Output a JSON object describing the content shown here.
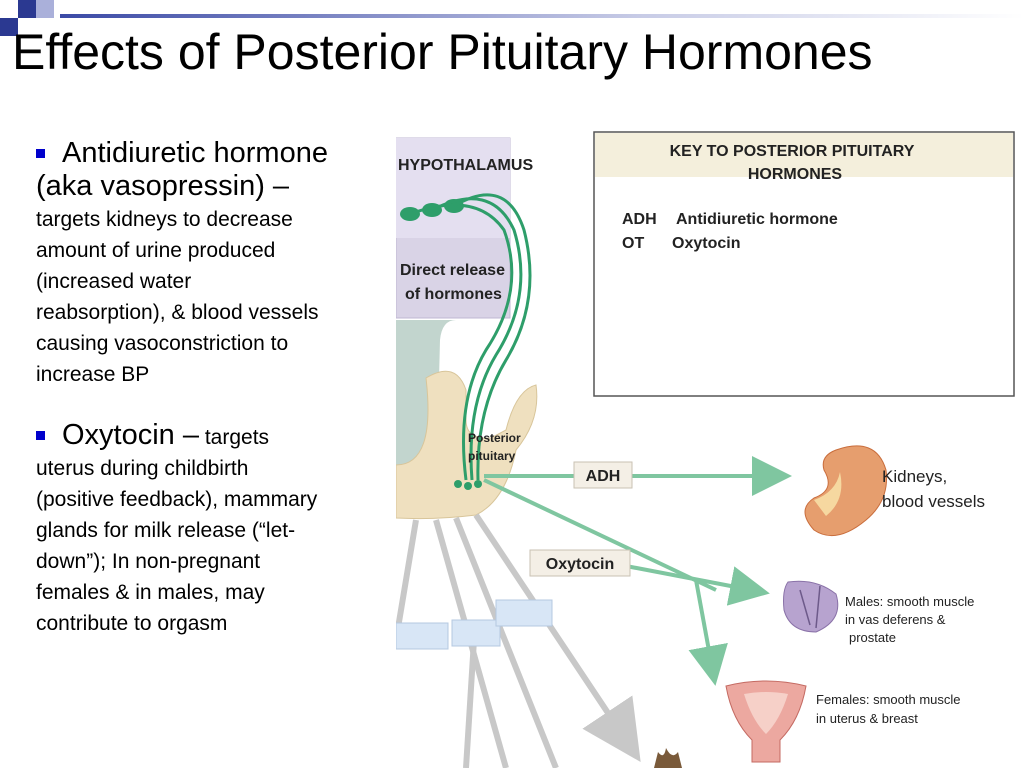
{
  "slide": {
    "title": "Effects of Posterior Pituitary Hormones"
  },
  "bullets": [
    {
      "lead": "Antidiuretic hormone",
      "lines": [
        "(aka vasopressin) –",
        "targets kidneys to decrease",
        "amount of urine produced",
        "(increased water",
        "reabsorption), & blood vessels",
        "causing vasoconstriction to",
        "increase BP"
      ]
    },
    {
      "lead": "Oxytocin –",
      "lead_tail": "targets",
      "lines": [
        "uterus during childbirth",
        "(positive feedback), mammary",
        "glands for milk release (“let-",
        "down”); In non-pregnant",
        "females & in males, may",
        "contribute to orgasm"
      ]
    }
  ],
  "diagram": {
    "hypothalamus_label": "HYPOTHALAMUS",
    "direct_release_line1": "Direct release",
    "direct_release_line2": "of hormones",
    "posterior_pituitary_line1": "Posterior",
    "posterior_pituitary_line2": "pituitary",
    "adh_tag": "ADH",
    "oxytocin_tag": "Oxytocin",
    "kidneys_line1": "Kidneys,",
    "kidneys_line2": "blood vessels",
    "males_line1": "Males: smooth muscle",
    "males_line2": "in vas deferens &",
    "males_line3": "prostate",
    "females_line1": "Females: smooth muscle",
    "females_line2": "in uterus & breast",
    "key_title_line1": "KEY TO POSTERIOR PITUITARY",
    "key_title_line2": "HORMONES",
    "key_entries": [
      {
        "abbr": "ADH",
        "name": "Antidiuretic hormone"
      },
      {
        "abbr": "OT",
        "name": "Oxytocin"
      }
    ]
  },
  "colors": {
    "bullet_square": "#0000cc",
    "tract_green": "#2e9e6a",
    "arrow_green": "#7fc6a0",
    "hypothalamus_panel": "#d9d3e6",
    "key_header": "#f4efdc",
    "pituitary": "#efe0bf"
  }
}
